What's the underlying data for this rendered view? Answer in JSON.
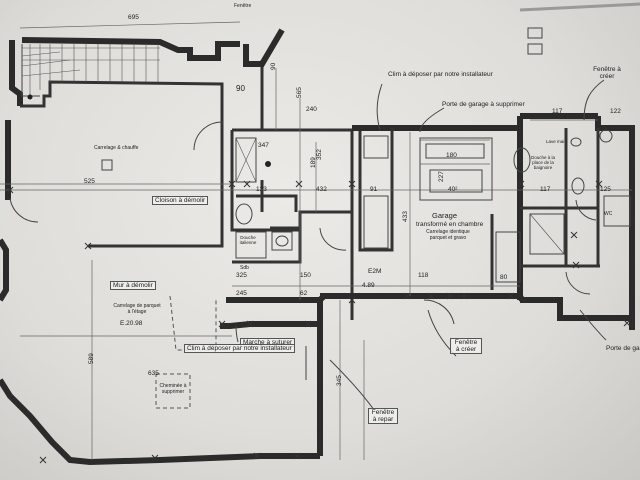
{
  "annotations": {
    "clim_garage": "Clim à déposer par notre installateur",
    "porte_garage": "Porte de garage à supprimer",
    "fenetre_creer_right": "Fenêtre à créer",
    "porte_garage_right": "Porte de ga",
    "cloison_demolir": "Cloison à démolir",
    "garage_title": "Garage",
    "garage_sub": "transformé en chambre",
    "garage_note": "Carrelage identique parquet et gravo",
    "mur_demolir": "Mur à démolir",
    "carrelage_left": "Carrelage & chauffe",
    "carrelage_boxed": "Carrelage de parquet à l'étage",
    "carrelage_code": "E.20.98",
    "marche": "Marche à suturer",
    "clim_lower": "Clim à déposer par notre installateur",
    "cheminee": "Cheminée à supprimer",
    "fenetre_creer_mid": "Fenêtre à créer",
    "fenetre_repair": "Fenêtre à repar",
    "douche_right": "Douche à la place de la baignoire",
    "lave_main": "Lave main",
    "wc": "WC",
    "small_top": "Fenêtre",
    "small_box": "Douche italienne",
    "sdb": "Sdb"
  },
  "dimensions": {
    "top": "695",
    "d90": "90",
    "d240": "240",
    "d347": "347",
    "d117": "117",
    "d180": "180",
    "d227": "227",
    "d401": "40²",
    "d525": "525",
    "d117b": "117",
    "d125": "125",
    "d123": "123",
    "d432": "432",
    "d122": "122",
    "d189": "189",
    "d433": "433",
    "d325": "325",
    "d245": "245",
    "e2m": "E2M",
    "d118": "118",
    "d489": "4.89",
    "d80": "80",
    "d565": "565",
    "d635": "635",
    "d589": "589",
    "d345": "345",
    "d91": "91",
    "d352": "352",
    "d150": "150",
    "d62": "62",
    "d90b": "90"
  }
}
